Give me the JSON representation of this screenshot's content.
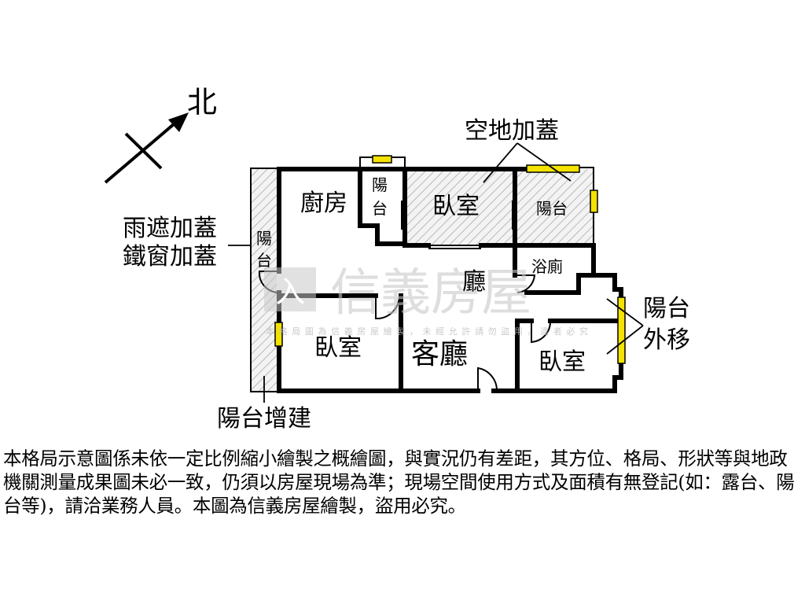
{
  "compass": {
    "north": "北"
  },
  "watermark": {
    "logo_char": "入",
    "brand": "信義房屋",
    "notice": "本格局圖為信義房屋繪製，未經允許請勿盜用，違者必究"
  },
  "rooms": {
    "kitchen": "廚房",
    "small_balcony_top": "陽",
    "small_balcony_bottom": "台",
    "bedroom_north": "臥室",
    "balcony_ne": "陽台",
    "bathroom": "浴廁",
    "hall": "廳",
    "living_room": "客廳",
    "bedroom_sw": "臥室",
    "bedroom_se": "臥室",
    "west_balcony_top": "陽",
    "west_balcony_bottom": "台"
  },
  "annotations": {
    "vacant_addition": "空地加蓋",
    "rain_cover_line1": "雨遮加蓋",
    "rain_cover_line2": "鐵窗加蓋",
    "balcony_moved_line1": "陽台",
    "balcony_moved_line2": "外移",
    "balcony_extension": "陽台增建"
  },
  "disclaimer": "本格局示意圖係未依一定比例縮小繪製之概繪圖，與實況仍有差距，其方位、格局、形狀等與地政機關測量成果圖未必一致，仍須以房屋現場為準；現場空間使用方式及面積有無登記(如：露台、陽台等)，請洽業務人員。本圖為信義房屋繪製，盜用必究。",
  "colors": {
    "window": "#f4e200",
    "walls": "#000000",
    "hatch": "#b8b8b8",
    "watermark": "#c9c9c9"
  }
}
